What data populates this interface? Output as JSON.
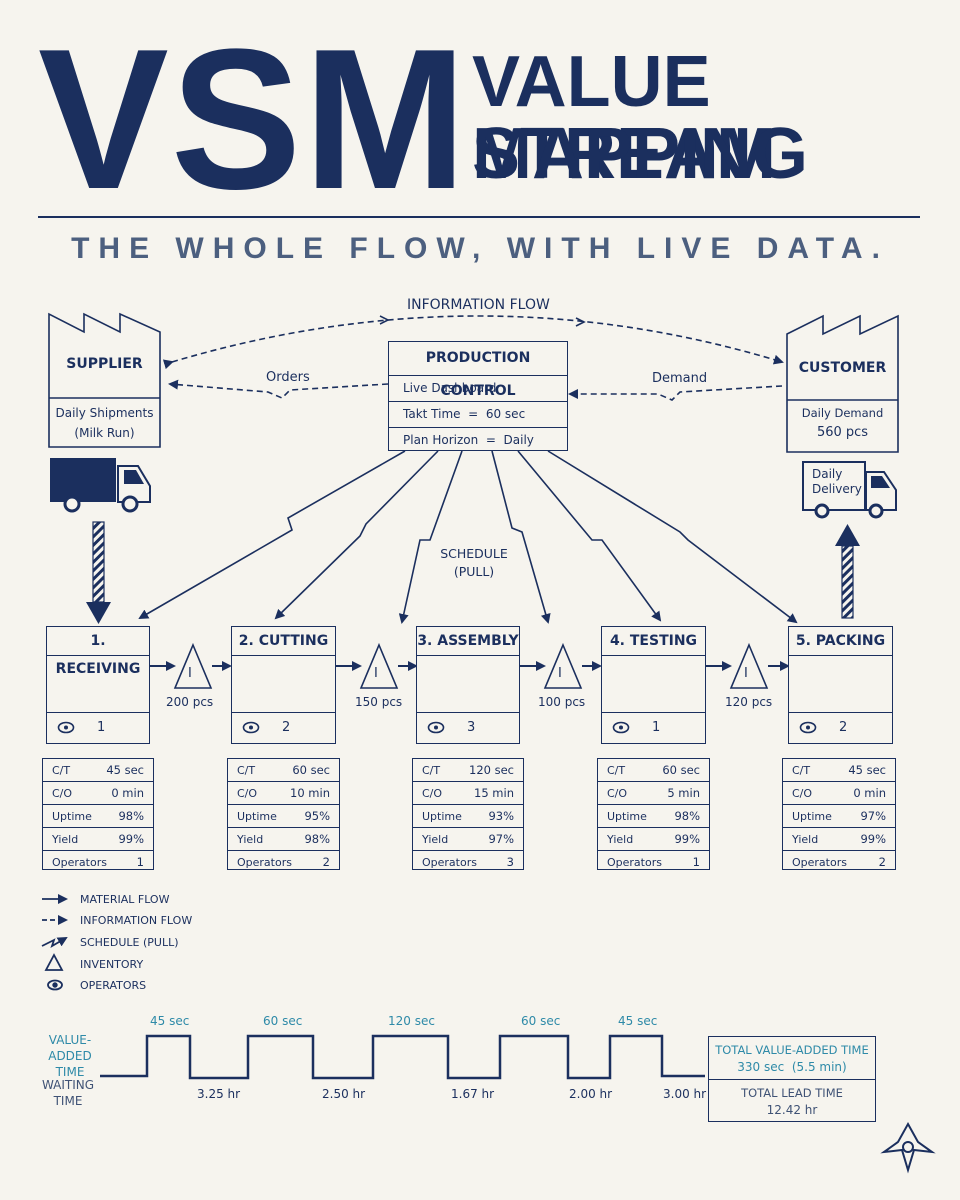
{
  "header": {
    "big": "VSM",
    "title_line1": "VALUE STREAM",
    "title_line2": "MAPPING",
    "subtitle": "THE WHOLE FLOW, WITH LIVE DATA."
  },
  "info_flow_label": "INFORMATION FLOW",
  "supplier": {
    "name": "SUPPLIER",
    "line1": "Daily Shipments",
    "line2": "(Milk Run)"
  },
  "customer": {
    "name": "CUSTOMER",
    "line1": "Daily Demand",
    "line2": "560 pcs"
  },
  "orders_label": "Orders",
  "demand_label": "Demand",
  "production_control": {
    "title": "PRODUCTION CONTROL",
    "rows": [
      "Live Dashboard",
      "Takt Time  =  60 sec",
      "Plan Horizon  =  Daily"
    ]
  },
  "delivery": {
    "line1": "Daily",
    "line2": "Delivery"
  },
  "schedule_label": {
    "line1": "SCHEDULE",
    "line2": "(PULL)"
  },
  "processes": [
    {
      "name": "1. RECEIVING",
      "icon": "hand-truck-icon",
      "operators": "1",
      "data": [
        [
          "C/T",
          "45 sec"
        ],
        [
          "C/O",
          "0 min"
        ],
        [
          "Uptime",
          "98%"
        ],
        [
          "Yield",
          "99%"
        ],
        [
          "Operators",
          "1"
        ]
      ]
    },
    {
      "name": "2. CUTTING",
      "icon": "saw-blade-icon",
      "operators": "2",
      "data": [
        [
          "C/T",
          "60 sec"
        ],
        [
          "C/O",
          "10 min"
        ],
        [
          "Uptime",
          "95%"
        ],
        [
          "Yield",
          "98%"
        ],
        [
          "Operators",
          "2"
        ]
      ]
    },
    {
      "name": "3. ASSEMBLY",
      "icon": "wrench-icon",
      "operators": "3",
      "data": [
        [
          "C/T",
          "120 sec"
        ],
        [
          "C/O",
          "15 min"
        ],
        [
          "Uptime",
          "93%"
        ],
        [
          "Yield",
          "97%"
        ],
        [
          "Operators",
          "3"
        ]
      ]
    },
    {
      "name": "4. TESTING",
      "icon": "clipboard-icon",
      "operators": "1",
      "data": [
        [
          "C/T",
          "60 sec"
        ],
        [
          "C/O",
          "5 min"
        ],
        [
          "Uptime",
          "98%"
        ],
        [
          "Yield",
          "99%"
        ],
        [
          "Operators",
          "1"
        ]
      ]
    },
    {
      "name": "5. PACKING",
      "icon": "box-icon",
      "operators": "2",
      "data": [
        [
          "C/T",
          "45 sec"
        ],
        [
          "C/O",
          "0 min"
        ],
        [
          "Uptime",
          "97%"
        ],
        [
          "Yield",
          "99%"
        ],
        [
          "Operators",
          "2"
        ]
      ]
    }
  ],
  "inventory": [
    {
      "symbol": "I",
      "qty": "200 pcs"
    },
    {
      "symbol": "I",
      "qty": "150 pcs"
    },
    {
      "symbol": "I",
      "qty": "100 pcs"
    },
    {
      "symbol": "I",
      "qty": "120 pcs"
    }
  ],
  "legend": [
    "MATERIAL FLOW",
    "INFORMATION FLOW",
    "SCHEDULE (PULL)",
    "INVENTORY",
    "OPERATORS"
  ],
  "timeline": {
    "va_label_1": "VALUE-ADDED",
    "va_label_2": "TIME",
    "wait_label_1": "WAITING",
    "wait_label_2": "TIME",
    "value_added": [
      "45 sec",
      "60 sec",
      "120 sec",
      "60 sec",
      "45 sec"
    ],
    "waiting": [
      "3.25 hr",
      "2.50 hr",
      "1.67 hr",
      "2.00 hr",
      "3.00 hr"
    ],
    "total_va_label": "TOTAL VALUE-ADDED TIME",
    "total_va_value": "330 sec  (5.5 min)",
    "total_lead_label": "TOTAL LEAD TIME",
    "total_lead_value": "12.42 hr"
  },
  "colors": {
    "navy": "#1b2f5e",
    "teal": "#2e8aa8",
    "background": "#f6f4ee",
    "subtitle": "#4c5f7f"
  }
}
